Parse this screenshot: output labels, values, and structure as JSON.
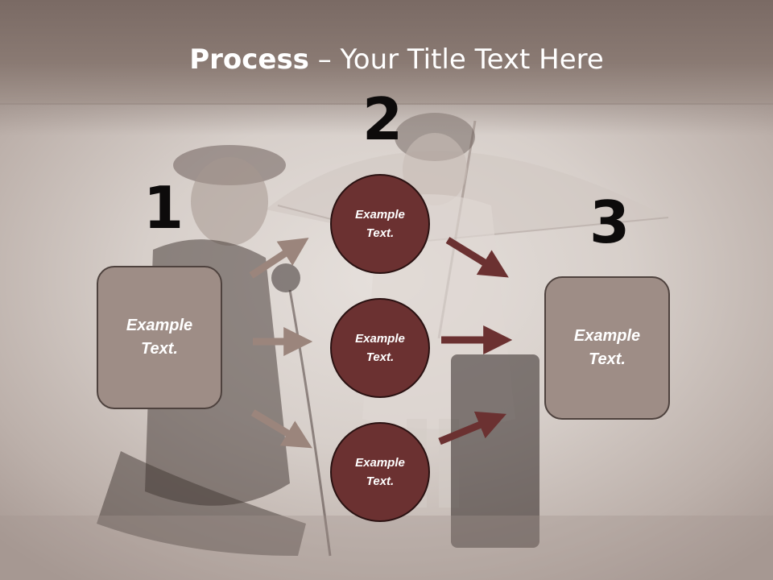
{
  "slide": {
    "title_bold": "Process",
    "title_rest": " – Your Title Text Here",
    "numbers": [
      "1",
      "2",
      "3"
    ],
    "left_box": {
      "text_line1": "Example",
      "text_line2": "Text."
    },
    "right_box": {
      "text_line1": "Example",
      "text_line2": "Text."
    },
    "circles": [
      {
        "text_line1": "Example",
        "text_line2": "Text."
      },
      {
        "text_line1": "Example",
        "text_line2": "Text."
      },
      {
        "text_line1": "Example",
        "text_line2": "Text."
      }
    ]
  },
  "colors": {
    "title_band": "#7a6a64",
    "box_fill": "#9e8d86",
    "circle_fill": "#6b3131",
    "arrow_left": "#9b857c",
    "arrow_right": "#6b3131",
    "number_text": "#0d0b0b"
  }
}
